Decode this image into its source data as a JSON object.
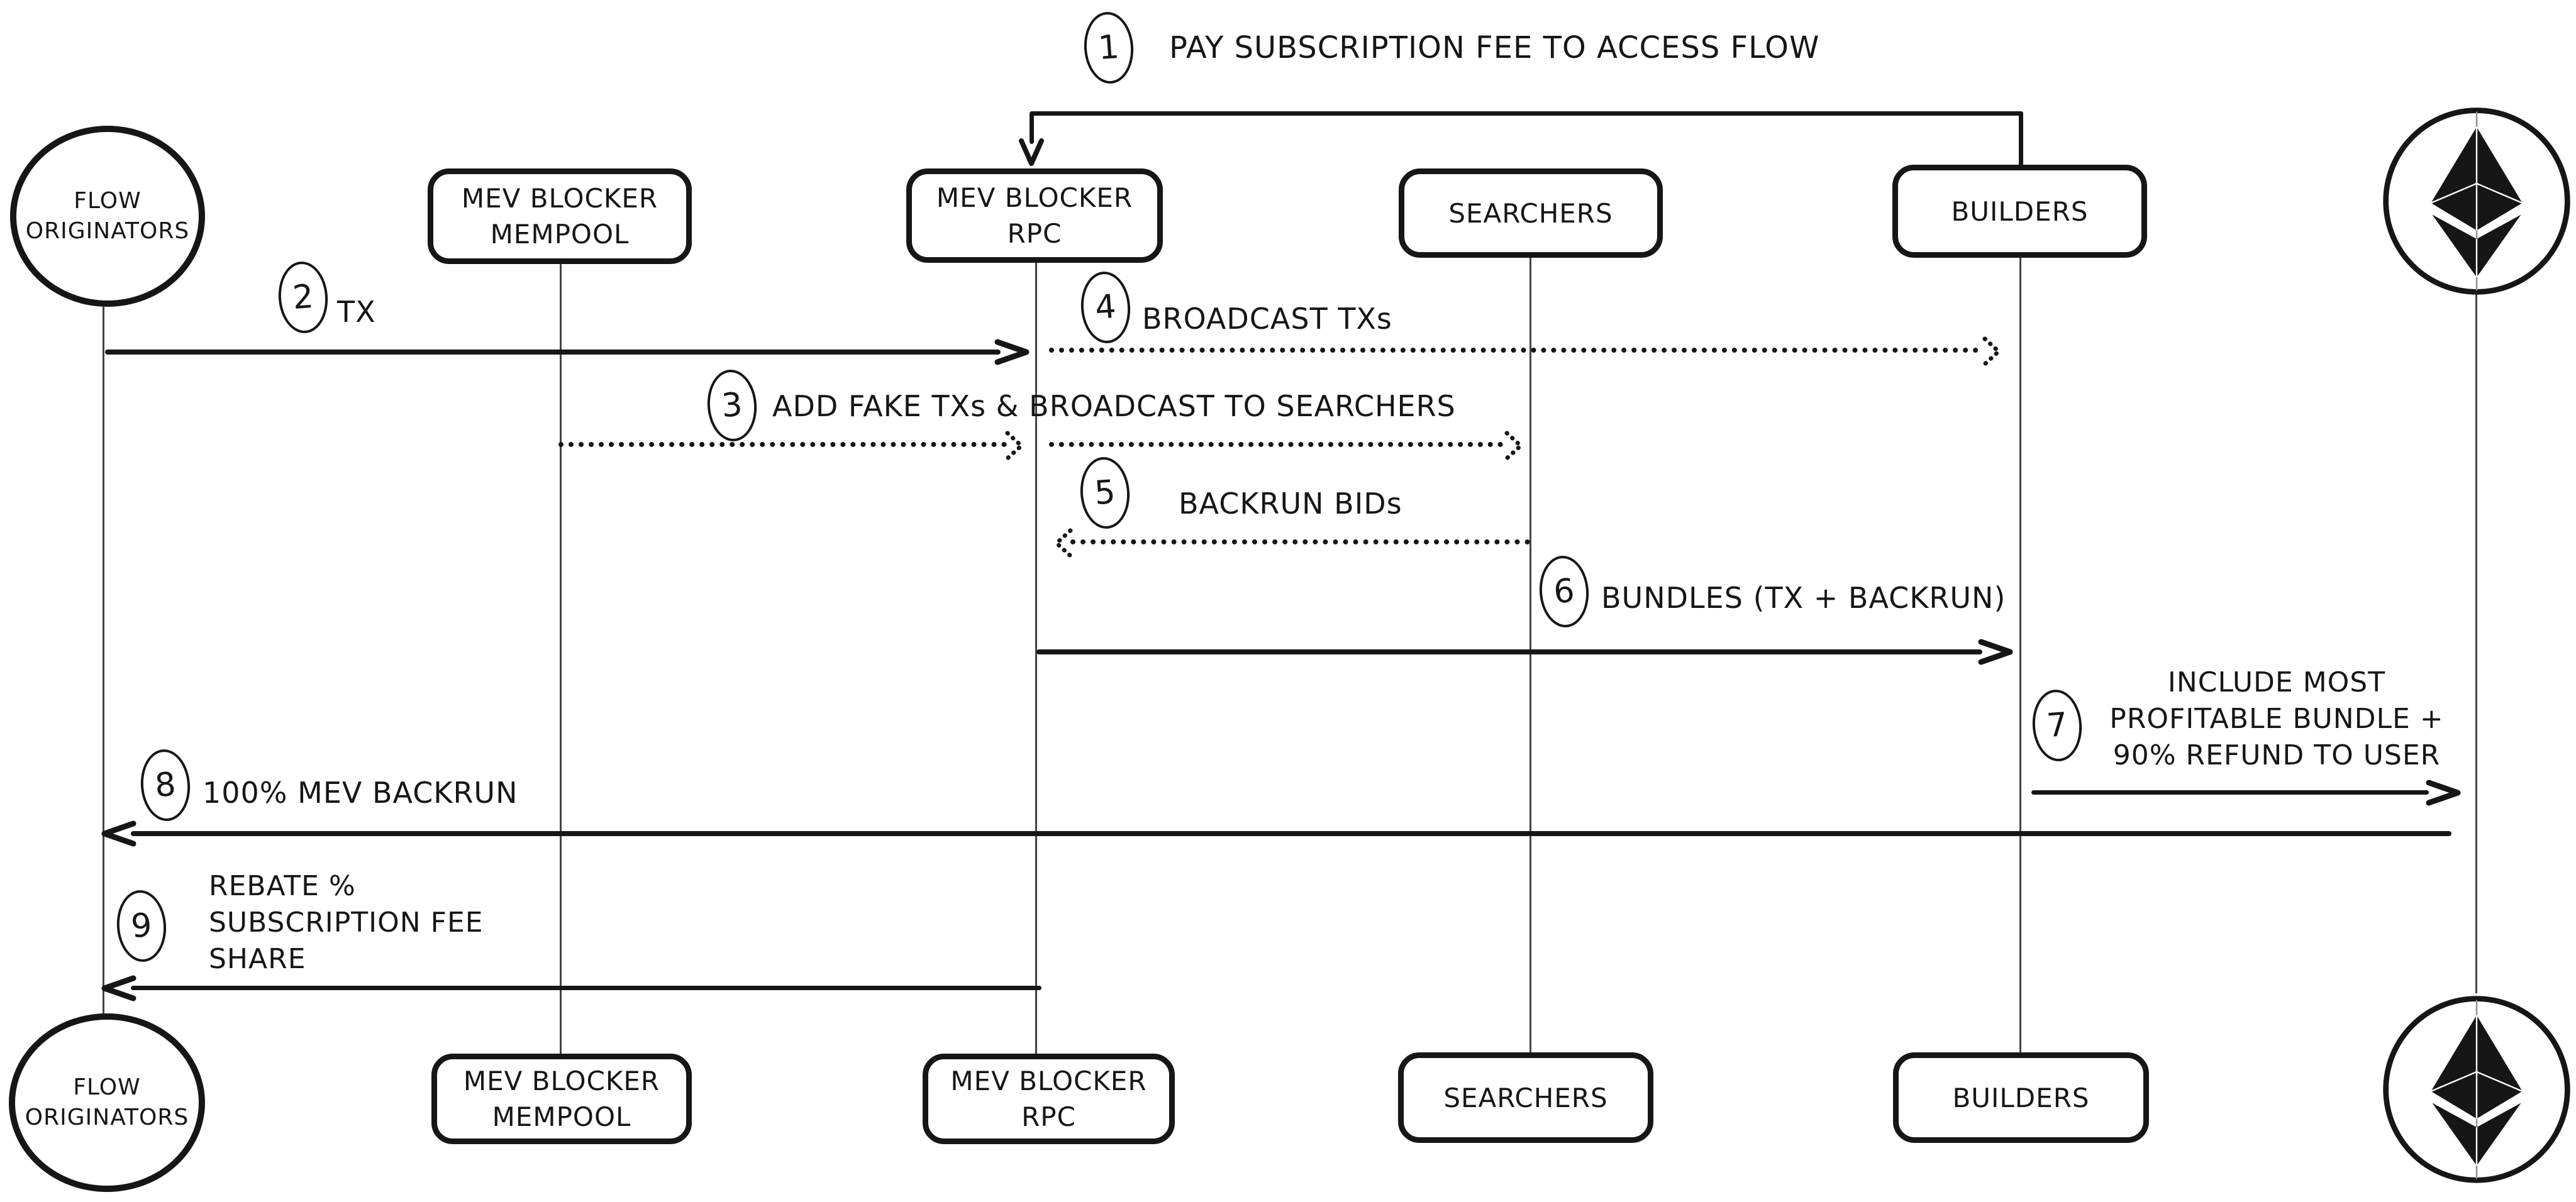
{
  "colors": {
    "ink": "#161616",
    "background": "#ffffff",
    "lifeline": "#434343"
  },
  "actors": {
    "flow_originators": {
      "line1": "FLOW",
      "line2": "ORIGINATORS",
      "shape": "circle"
    },
    "mev_blocker_mempool": {
      "line1": "MEV BLOCKER",
      "line2": "MEMPOOL",
      "shape": "rounded-box"
    },
    "mev_blocker_rpc": {
      "line1": "MEV BLOCKER",
      "line2": "RPC",
      "shape": "rounded-box"
    },
    "searchers": {
      "label": "SEARCHERS",
      "shape": "rounded-box"
    },
    "builders": {
      "label": "BUILDERS",
      "shape": "rounded-box"
    },
    "ethereum": {
      "icon": "ethereum-logo",
      "shape": "circle-logo"
    }
  },
  "messages": {
    "m1": {
      "num": "1",
      "label": "PAY SUBSCRIPTION FEE TO ACCESS FLOW",
      "from": "BUILDERS",
      "to": "MEV BLOCKER RPC",
      "style": "solid"
    },
    "m2": {
      "num": "2",
      "label": "TX",
      "from": "FLOW ORIGINATORS",
      "to": "MEV BLOCKER RPC",
      "style": "solid"
    },
    "m3": {
      "num": "3",
      "label": "ADD FAKE TXs & BROADCAST TO SEARCHERS",
      "from": "MEV BLOCKER MEMPOOL",
      "to": "SEARCHERS",
      "style": "dotted"
    },
    "m4": {
      "num": "4",
      "label": "BROADCAST TXs",
      "from": "MEV BLOCKER RPC",
      "to": "BUILDERS",
      "style": "dotted"
    },
    "m5": {
      "num": "5",
      "label": "BACKRUN BIDs",
      "from": "SEARCHERS",
      "to": "MEV BLOCKER RPC",
      "style": "dotted"
    },
    "m6": {
      "num": "6",
      "label": "BUNDLES (TX + BACKRUN)",
      "from": "MEV BLOCKER RPC",
      "to": "BUILDERS",
      "style": "solid"
    },
    "m7": {
      "num": "7",
      "line1": "INCLUDE MOST",
      "line2": "PROFITABLE BUNDLE +",
      "line3": "90% REFUND TO USER",
      "from": "BUILDERS",
      "to": "ETHEREUM",
      "style": "solid"
    },
    "m8": {
      "num": "8",
      "label": "100% MEV BACKRUN",
      "from": "ETHEREUM",
      "to": "FLOW ORIGINATORS",
      "style": "solid"
    },
    "m9": {
      "num": "9",
      "line1": "REBATE %",
      "line2": "SUBSCRIPTION FEE",
      "line3": "SHARE",
      "from": "MEV BLOCKER RPC",
      "to": "FLOW ORIGINATORS",
      "style": "solid"
    }
  }
}
